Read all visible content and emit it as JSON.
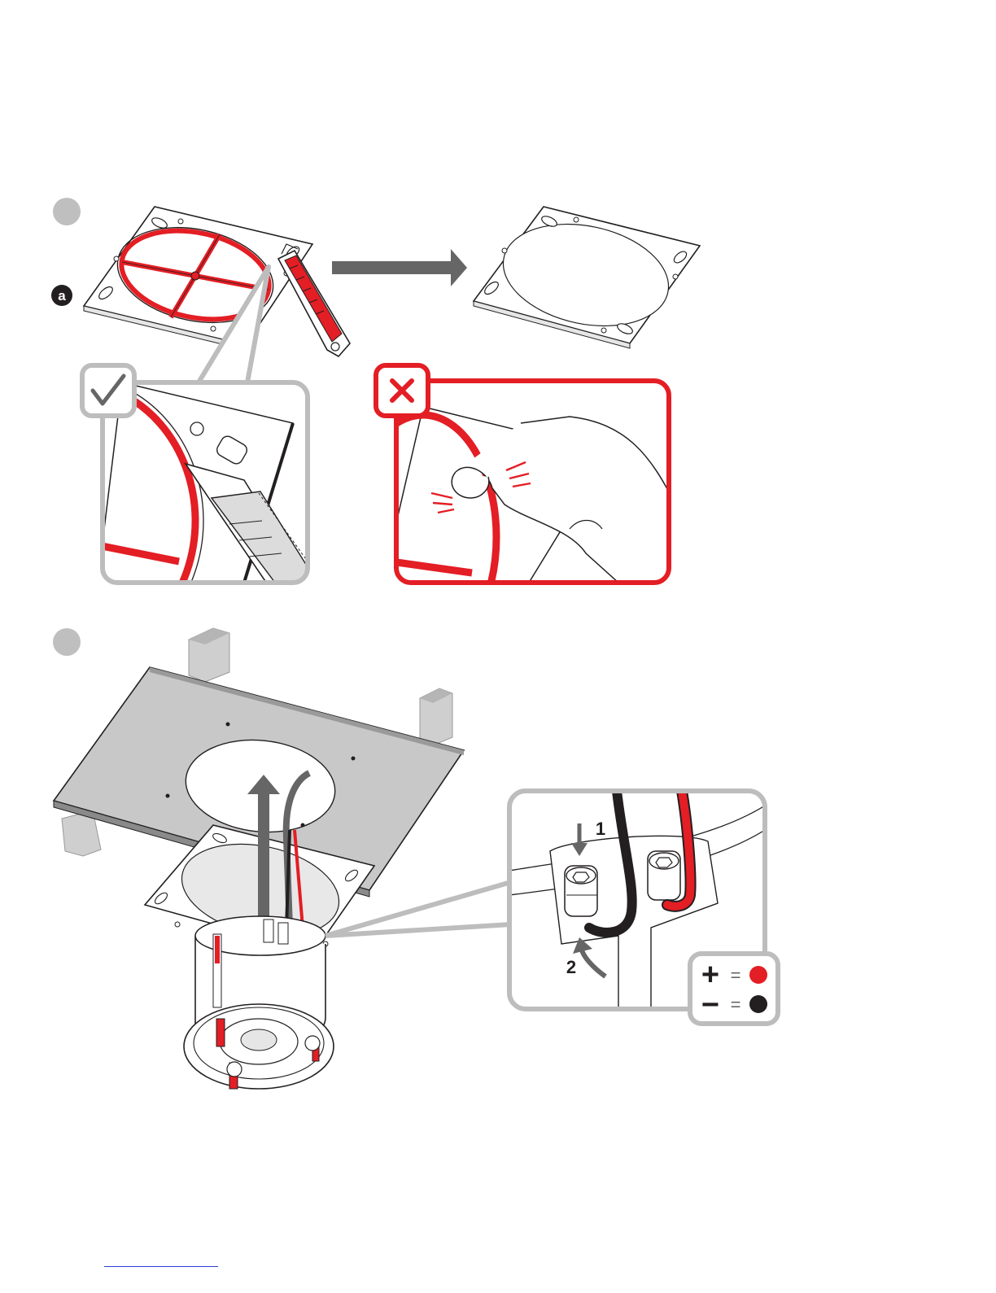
{
  "callouts": {
    "step_a": "a",
    "wire_step_1": "1",
    "wire_step_2": "2",
    "polarity_plus": "+",
    "polarity_minus": "−",
    "equals": "="
  },
  "colors": {
    "red": "#e31e24",
    "black": "#231f20",
    "gray_frame": "#bdbdbd",
    "step_circle": "#bfbfbf",
    "arrow_gray": "#666666",
    "panel_fill": "#c8c8c8"
  },
  "icons": {
    "correct": "checkmark-icon",
    "incorrect": "x-mark-icon"
  }
}
